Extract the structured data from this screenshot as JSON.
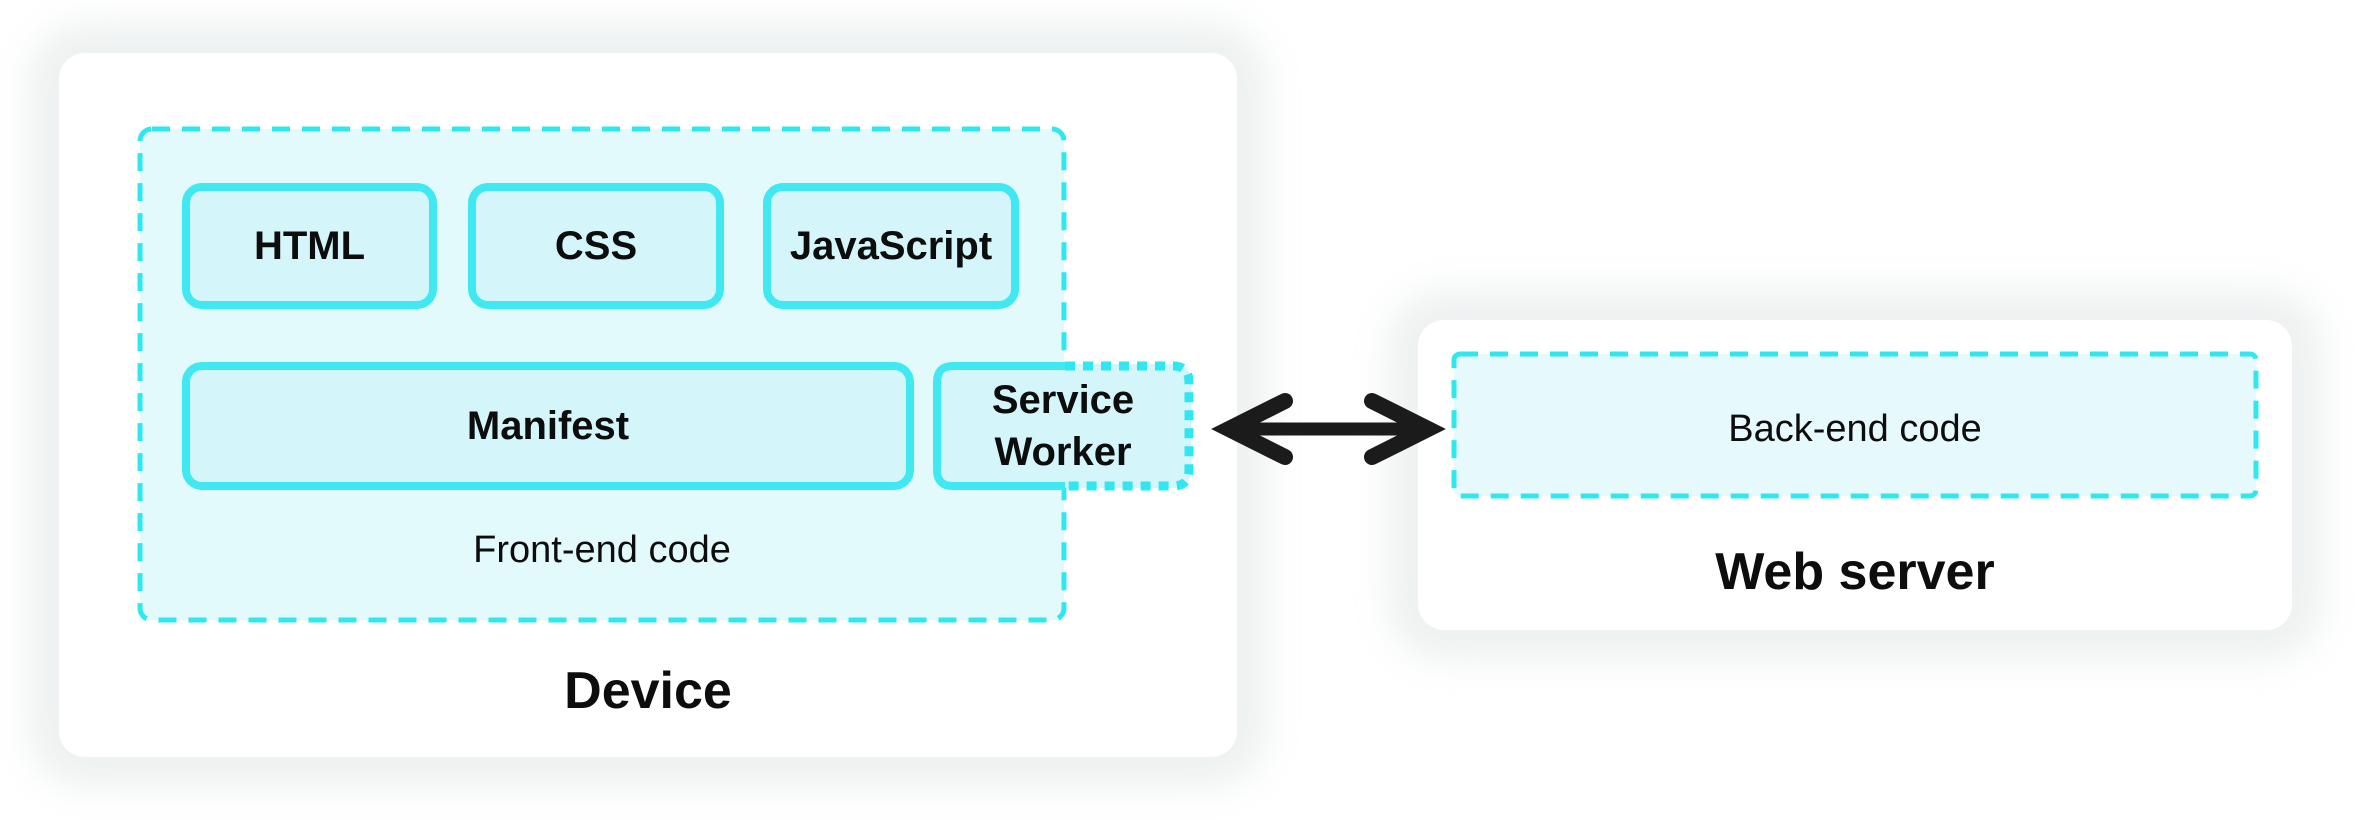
{
  "diagram": {
    "title_implied": "PWA front-end / back-end architecture",
    "device": {
      "title": "Device",
      "frontend": {
        "caption": "Front-end code",
        "row1": [
          "HTML",
          "CSS",
          "JavaScript"
        ],
        "manifest_label": "Manifest",
        "service_worker": {
          "line1": "Service",
          "line2": "Worker"
        }
      }
    },
    "server": {
      "title": "Web server",
      "backend_caption": "Back-end code"
    },
    "arrow": {
      "type": "double-headed",
      "meaning": "bidirectional communication"
    }
  },
  "colors": {
    "canvas_background": "#ffffff",
    "box_halo": "#eff1f2",
    "white_box": "#ffffff",
    "cyan_solid_border": "#40e9f2",
    "cyan_dashed_border": "#2ee7f0",
    "container_fill": "#e3fafc",
    "inner_box_fill": "#d4f6fa",
    "backend_fill": "#e6fafd",
    "text": "#0d0d0d",
    "arrow": "#1b1b1b"
  }
}
